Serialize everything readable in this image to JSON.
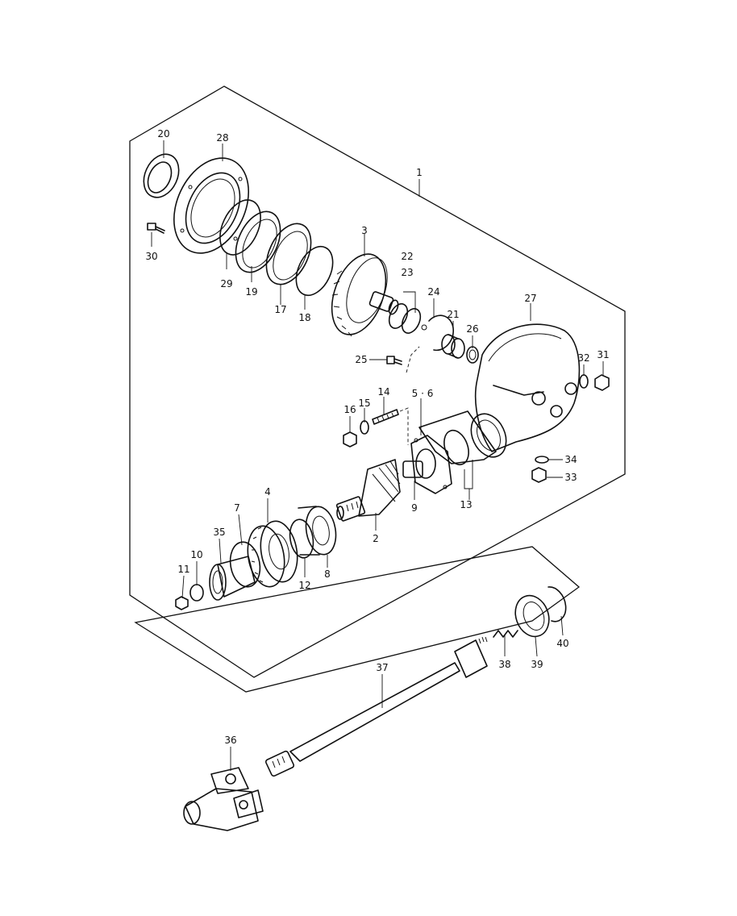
{
  "labels": {
    "l1": "1",
    "l2": "2",
    "l3": "3",
    "l4": "4",
    "l56": "5 · 6",
    "l7": "7",
    "l8": "8",
    "l9": "9",
    "l10": "10",
    "l11": "11",
    "l12": "12",
    "l13": "13",
    "l14": "14",
    "l15": "15",
    "l16": "16",
    "l17": "17",
    "l18": "18",
    "l19": "19",
    "l20": "20",
    "l21": "21",
    "l22": "22",
    "l23": "23",
    "l24": "24",
    "l25": "25",
    "l26": "26",
    "l27": "27",
    "l28": "28",
    "l29": "29",
    "l30": "30",
    "l31": "31",
    "l32": "32",
    "l33": "33",
    "l34": "34",
    "l35": "35",
    "l36": "36",
    "l37": "37",
    "l38": "38",
    "l39": "39",
    "l40": "40"
  }
}
